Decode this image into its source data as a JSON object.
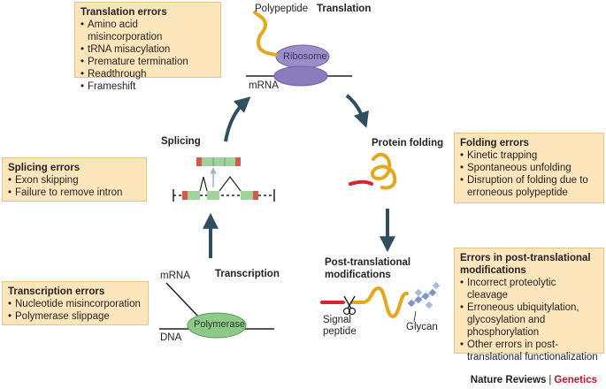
{
  "stages": {
    "translation": "Translation",
    "protein_folding": "Protein folding",
    "post_translational": [
      "Post-translational",
      "modifications"
    ],
    "transcription": "Transcription",
    "splicing": "Splicing"
  },
  "labels": {
    "polypeptide": "Polypeptide",
    "ribosome": "Ribosome",
    "mrna_top": "mRNA",
    "mrna_bottom": "mRNA",
    "dna": "DNA",
    "polymerase": "Polymerase",
    "signal_peptide": [
      "Signal",
      "peptide"
    ],
    "glycan": "Glycan"
  },
  "boxes": {
    "translation_errors": {
      "title": "Translation errors",
      "items": [
        "Amino acid misincorporation",
        "tRNA misacylation",
        "Premature termination",
        "Readthrough",
        "Frameshift"
      ]
    },
    "splicing_errors": {
      "title": "Splicing errors",
      "items": [
        "Exon skipping",
        "Failure to remove intron"
      ]
    },
    "transcription_errors": {
      "title": "Transcription errors",
      "items": [
        "Nucleotide misincorporation",
        "Polymerase slippage"
      ]
    },
    "folding_errors": {
      "title": "Folding errors",
      "items": [
        "Kinetic trapping",
        "Spontaneous unfolding",
        "Disruption of folding due to erroneous polypeptide"
      ]
    },
    "ptm_errors": {
      "title": "Errors in post-translational modifications",
      "items": [
        "Incorrect proteolytic cleavage",
        "Erroneous ubiquitylation, glycosylation and phosphorylation",
        "Other errors in post-translational functionalization"
      ]
    }
  },
  "footer": {
    "journal": "Nature Reviews",
    "separator": "|",
    "section": "Genetics"
  },
  "colors": {
    "box_fill": "#fde6bc",
    "arrow": "#2f4f5f",
    "ribosome": "#9b8ec8",
    "polymerase": "#8cc98a",
    "polypeptide": "#e3a81f",
    "signal": "#d7262b",
    "exon_green": "#9fd29c",
    "exon_red": "#d35a4a",
    "glycan": "#7c95c8",
    "genetics_red": "#c8102e"
  }
}
